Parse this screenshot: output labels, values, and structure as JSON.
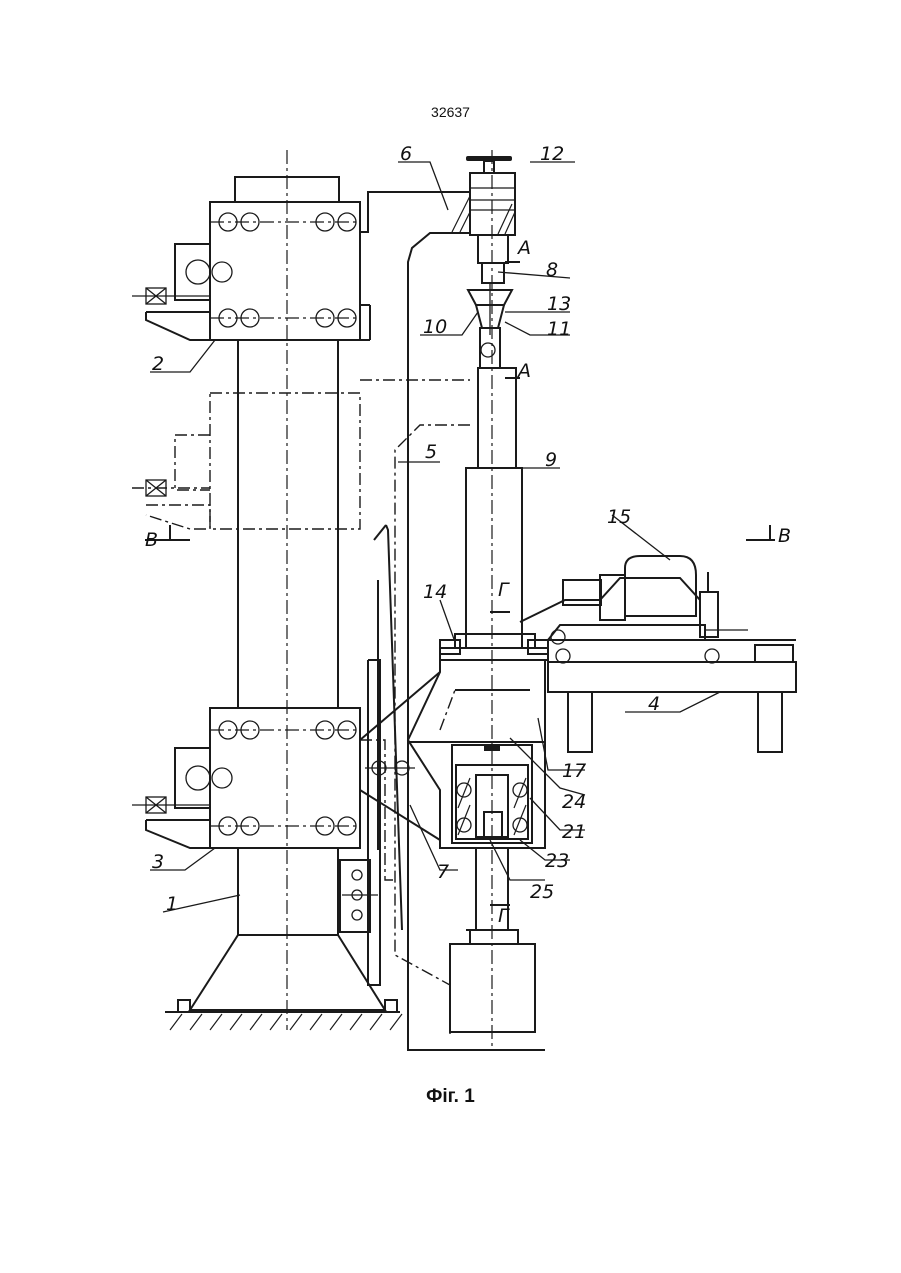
{
  "document": {
    "page_number": "32637",
    "figure_caption": "Фіг. 1"
  },
  "callouts": {
    "n1": "1",
    "n2": "2",
    "n3": "3",
    "n4": "4",
    "n5": "5",
    "n6": "6",
    "n7": "7",
    "n8": "8",
    "n9": "9",
    "n10": "10",
    "n11": "11",
    "n12": "12",
    "n13": "13",
    "n14": "14",
    "n15": "15",
    "n17": "17",
    "n21": "21",
    "n23": "23",
    "n24": "24",
    "n25": "25"
  },
  "section_marks": {
    "section_b_left": "B",
    "section_b_right": "B",
    "section_a_upper": "A",
    "section_a_lower": "A",
    "section_g_upper": "Г",
    "section_g_lower": "Г"
  }
}
